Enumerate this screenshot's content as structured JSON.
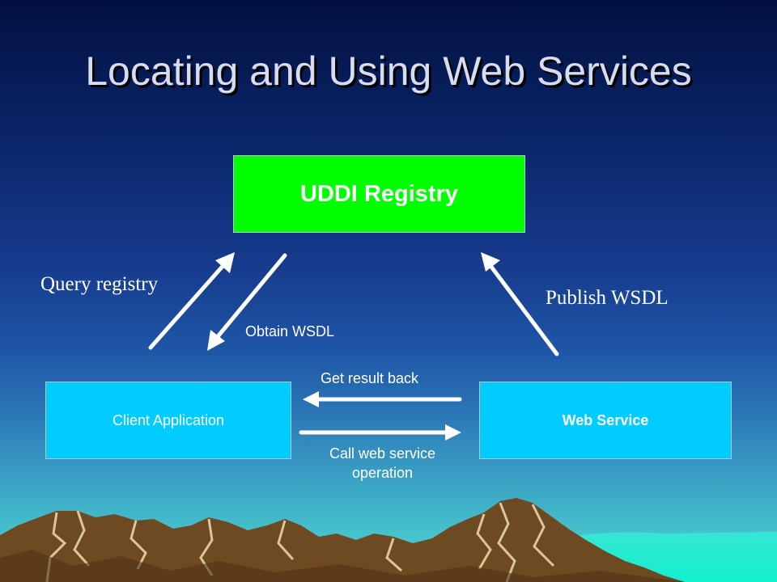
{
  "slide": {
    "title": "Locating and Using Web Services"
  },
  "diagram": {
    "nodes": {
      "registry": "UDDI Registry",
      "client": "Client Application",
      "service": "Web Service"
    },
    "edges": {
      "query": "Query registry",
      "obtain": "Obtain WSDL",
      "publish": "Publish WSDL",
      "result": "Get result back",
      "call": "Call web service operation"
    }
  },
  "colors": {
    "registry_fill": "#00ff00",
    "node_fill": "#00ccff",
    "arrow": "#ffffff",
    "title": "#d7dcf2"
  }
}
